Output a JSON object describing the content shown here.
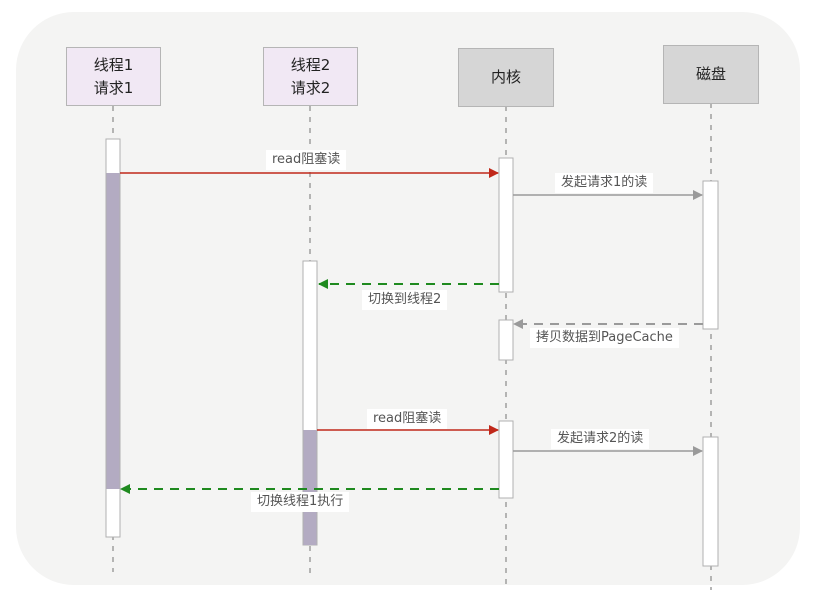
{
  "colors": {
    "panel_bg": "#f4f4f3",
    "thread_box": "#f1e8f4",
    "system_box": "#d6d6d6",
    "blocked_fill": "#b3abc2",
    "call_arrow": "#c0281a",
    "switch_arrow": "#1f8a1f",
    "io_arrow": "#9a9a9a"
  },
  "participants": [
    {
      "id": "t1",
      "line1": "线程1",
      "line2": "请求1",
      "kind": "thread"
    },
    {
      "id": "t2",
      "line1": "线程2",
      "line2": "请求2",
      "kind": "thread"
    },
    {
      "id": "kernel",
      "line1": "内核",
      "line2": "",
      "kind": "system"
    },
    {
      "id": "disk",
      "line1": "磁盘",
      "line2": "",
      "kind": "system"
    }
  ],
  "messages": [
    {
      "label": "read阻塞读",
      "from": "t1",
      "to": "kernel",
      "style": "call"
    },
    {
      "label": "发起请求1的读",
      "from": "kernel",
      "to": "disk",
      "style": "io"
    },
    {
      "label": "切换到线程2",
      "from": "kernel",
      "to": "t2",
      "style": "switch"
    },
    {
      "label": "拷贝数据到PageCache",
      "from": "disk",
      "to": "kernel",
      "style": "io-return"
    },
    {
      "label": "read阻塞读",
      "from": "t2",
      "to": "kernel",
      "style": "call"
    },
    {
      "label": "发起请求2的读",
      "from": "kernel",
      "to": "disk",
      "style": "io"
    },
    {
      "label": "切换线程1执行",
      "from": "kernel",
      "to": "t1",
      "style": "switch"
    }
  ]
}
